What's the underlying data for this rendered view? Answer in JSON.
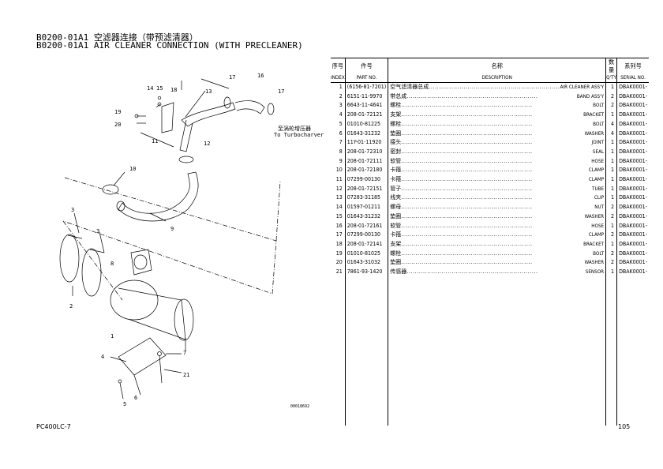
{
  "title": {
    "line1": "B0200-01A1 空滤器连接（带预滤清器）",
    "line2": "B0200-01A1 AIR CLEANER CONNECTION (WITH PRECLEANER)"
  },
  "diagram": {
    "callouts": [
      "14",
      "15",
      "18",
      "17",
      "16",
      "13",
      "17",
      "19",
      "20",
      "11",
      "12",
      "10",
      "9",
      "3",
      "3",
      "8",
      "2",
      "1",
      "4",
      "7",
      "21",
      "6",
      "5"
    ],
    "turbo_cn": "至涡轮增压器",
    "turbo_en": "To Turbocharver",
    "image_code": "00018692"
  },
  "table": {
    "headers_cn": [
      "序号",
      "件号",
      "名称",
      "数量",
      "系列号"
    ],
    "headers_en": [
      "INDEX",
      "PART NO.",
      "DESCRIPTION",
      "Q'TY",
      "SERIAL NO."
    ],
    "rows": [
      {
        "index": "1",
        "part": "(6156-81-7201)",
        "cn": "空气滤清器总成",
        "en": "AIR CLEANER ASS'Y",
        "qty": "1",
        "serial": "DBAK0001-"
      },
      {
        "index": "2",
        "part": "6151-11-9970",
        "cn": "带总成",
        "en": "BAND ASS'Y",
        "qty": "2",
        "serial": "DBAK0001-"
      },
      {
        "index": "3",
        "part": "6643-11-4641",
        "cn": "螺栓",
        "en": "BOLT",
        "qty": "2",
        "serial": "DBAK0001-"
      },
      {
        "index": "4",
        "part": "208-01-72121",
        "cn": "支架",
        "en": "BRACKET",
        "qty": "1",
        "serial": "DBAK0001-"
      },
      {
        "index": "5",
        "part": "01010-81225",
        "cn": "螺栓",
        "en": "BOLT",
        "qty": "4",
        "serial": "DBAK0001-"
      },
      {
        "index": "6",
        "part": "01643-31232",
        "cn": "垫圈",
        "en": "WASHER",
        "qty": "4",
        "serial": "DBAK0001-"
      },
      {
        "index": "7",
        "part": "11Y-01-11920",
        "cn": "接头",
        "en": "JOINT",
        "qty": "1",
        "serial": "DBAK0001-"
      },
      {
        "index": "8",
        "part": "208-01-72310",
        "cn": "密封",
        "en": "SEAL",
        "qty": "1",
        "serial": "DBAK0001-"
      },
      {
        "index": "9",
        "part": "208-01-72111",
        "cn": "软管",
        "en": "HOSE",
        "qty": "1",
        "serial": "DBAK0001-"
      },
      {
        "index": "10",
        "part": "208-01-72180",
        "cn": "卡箍",
        "en": "CLAMP",
        "qty": "1",
        "serial": "DBAK0001-"
      },
      {
        "index": "11",
        "part": "07299-00130",
        "cn": "卡箍",
        "en": "CLAMP",
        "qty": "1",
        "serial": "DBAK0001-"
      },
      {
        "index": "12",
        "part": "208-01-72151",
        "cn": "管子",
        "en": "TUBE",
        "qty": "1",
        "serial": "DBAK0001-"
      },
      {
        "index": "13",
        "part": "07283-31185",
        "cn": "线夹",
        "en": "CLIP",
        "qty": "1",
        "serial": "DBAK0001-"
      },
      {
        "index": "14",
        "part": "01597-01211",
        "cn": "螺母",
        "en": "NUT",
        "qty": "2",
        "serial": "DBAK0001-"
      },
      {
        "index": "15",
        "part": "01643-31232",
        "cn": "垫圈",
        "en": "WASHER",
        "qty": "2",
        "serial": "DBAK0001-"
      },
      {
        "index": "16",
        "part": "208-01-72161",
        "cn": "软管",
        "en": "HOSE",
        "qty": "1",
        "serial": "DBAK0001-"
      },
      {
        "index": "17",
        "part": "07299-00130",
        "cn": "卡箍",
        "en": "CLAMP",
        "qty": "2",
        "serial": "DBAK0001-"
      },
      {
        "index": "18",
        "part": "208-01-72141",
        "cn": "支架",
        "en": "BRACKET",
        "qty": "1",
        "serial": "DBAK0001-"
      },
      {
        "index": "19",
        "part": "01010-81025",
        "cn": "螺栓",
        "en": "BOLT",
        "qty": "2",
        "serial": "DBAK0001-"
      },
      {
        "index": "20",
        "part": "01643-31032",
        "cn": "垫圈",
        "en": "WASHER",
        "qty": "2",
        "serial": "DBAK0001-"
      },
      {
        "index": "21",
        "part": "7861-93-1420",
        "cn": "传感器",
        "en": "SENSOR",
        "qty": "1",
        "serial": "DBAK0001-"
      }
    ]
  },
  "footer": {
    "model": "PC400LC-7",
    "page": "105"
  }
}
